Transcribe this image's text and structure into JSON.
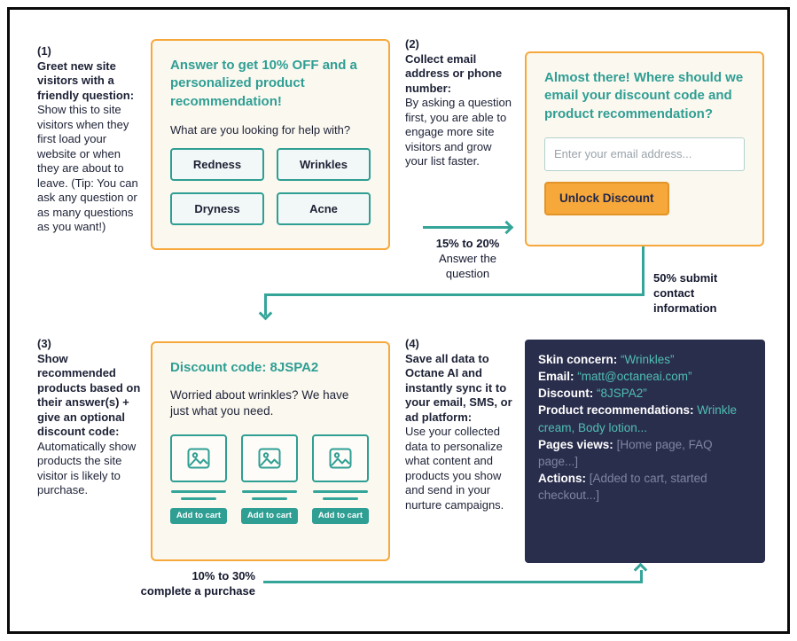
{
  "colors": {
    "teal": "#35a59a",
    "teal_heading": "#2f9e93",
    "orange": "#f7a83b",
    "navy_card": "#2a2e4d",
    "cream_card": "#fbf8f0",
    "text_dark": "#1d2135"
  },
  "steps": {
    "s1": {
      "number": "(1)",
      "title": "Greet new site visitors with a friendly question:",
      "body": "Show this to site visitors when they first load your website or when they are about to leave. (Tip: You can ask any question or as many questions as you want!)"
    },
    "s2": {
      "number": "(2)",
      "title": "Collect email address or phone number:",
      "body": "By asking a question first, you are able to engage more site visitors and grow your list faster."
    },
    "s3": {
      "number": "(3)",
      "title": "Show recommended products based on their answer(s) + give an optional discount code:",
      "body": "Automatically show products the site visitor is likely to purchase."
    },
    "s4": {
      "number": "(4)",
      "title": "Save all data to Octane AI and instantly sync it to your email, SMS, or ad platform:",
      "body": "Use your collected data to personalize what content and products you show and send in your nurture campaigns."
    }
  },
  "quiz_card": {
    "heading": "Answer to get 10% OFF and a personalized product recommendation!",
    "question": "What are you looking for help with?",
    "options": [
      "Redness",
      "Wrinkles",
      "Dryness",
      "Acne"
    ]
  },
  "email_card": {
    "heading": "Almost there! Where should we email your discount code and product recommendation?",
    "input_placeholder": "Enter your email address...",
    "button_label": "Unlock Discount"
  },
  "discount_card": {
    "heading": "Discount code: 8JSPA2",
    "body": "Worried about wrinkles? We have just what you need.",
    "add_to_cart_label": "Add to cart"
  },
  "data_card": {
    "rows": [
      {
        "label": "Skin concern:",
        "value": "“Wrinkles”"
      },
      {
        "label": "Email:",
        "value": "“matt@octaneai.com”"
      },
      {
        "label": "Discount:",
        "value": "“8JSPA2”"
      },
      {
        "label": "Product recommendations:",
        "value": "Wrinkle cream, Body lotion..."
      },
      {
        "label": "Pages views:",
        "value": "[Home page, FAQ page...]"
      },
      {
        "label": "Actions:",
        "value": "[Added to cart, started checkout...]"
      }
    ]
  },
  "flow_labels": {
    "answer_percent": "15% to 20%",
    "answer_label": "Answer the question",
    "submit_label": "50% submit contact information",
    "purchase_percent": "10% to 30%",
    "purchase_label": "complete a purchase"
  }
}
